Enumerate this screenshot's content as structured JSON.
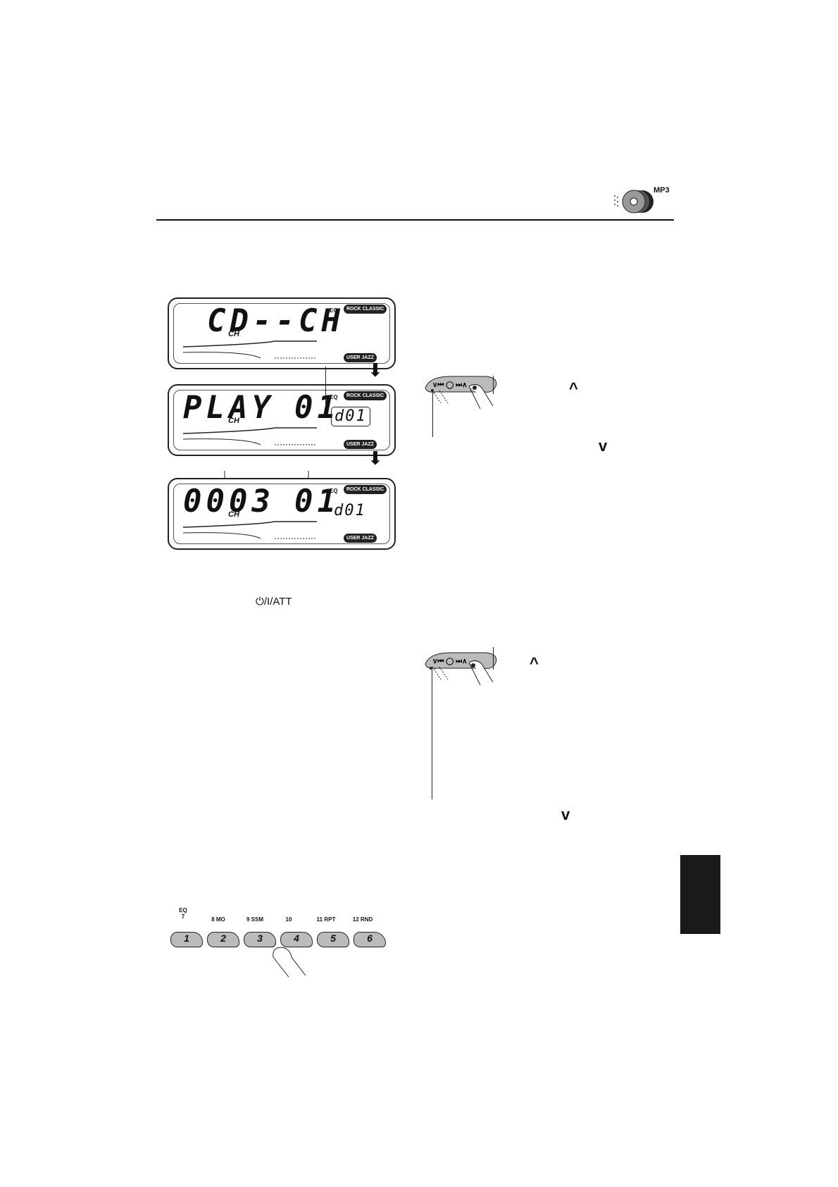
{
  "header": {
    "badge": "MP3"
  },
  "displays": [
    {
      "main": "CD--CH",
      "sub": ""
    },
    {
      "main": "PLAY",
      "number": "01",
      "sub": "d01"
    },
    {
      "main": "0003",
      "number": "01",
      "sub": "d01"
    }
  ],
  "lcd_labels": {
    "channel": "CH",
    "eq": "EQ",
    "rock": "ROCK",
    "classic": "CLASSIC",
    "user": "USER",
    "jazz": "JAZZ"
  },
  "power_att": "⏻/I/ATT",
  "keys": [
    {
      "top_label": "EQ\n7",
      "number": "1"
    },
    {
      "top_label": "8  MO",
      "number": "2"
    },
    {
      "top_label": "9  SSM",
      "number": "3"
    },
    {
      "top_label": "10",
      "number": "4"
    },
    {
      "top_label": "11 RPT",
      "number": "5"
    },
    {
      "top_label": "12 RND",
      "number": "6"
    }
  ],
  "icons": {
    "up": "^",
    "down": "v",
    "flow_arrow": "⬇"
  },
  "control_strip_labels": {
    "left": "∨⏮",
    "right": "⏭∧"
  }
}
